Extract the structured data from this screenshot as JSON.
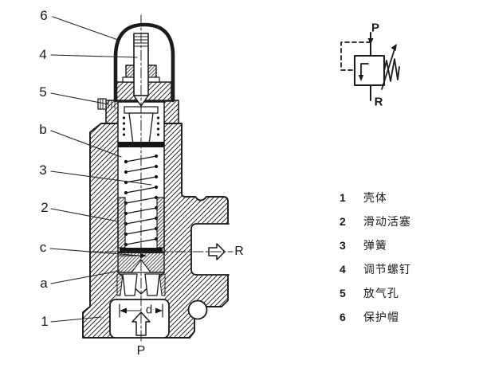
{
  "figure": {
    "callouts": {
      "n6": "6",
      "n4": "4",
      "n5": "5",
      "b": "b",
      "n3": "3",
      "n2": "2",
      "c": "c",
      "a": "a",
      "n1": "1"
    },
    "ports": {
      "outlet": "R",
      "inlet": "P",
      "diameter": "d"
    },
    "symbol": {
      "top_port": "P",
      "bottom_port": "R"
    },
    "legend": [
      {
        "num": "1",
        "label": "壳体"
      },
      {
        "num": "2",
        "label": "滑动活塞"
      },
      {
        "num": "3",
        "label": "弹簧"
      },
      {
        "num": "4",
        "label": "调节螺钉"
      },
      {
        "num": "5",
        "label": "放气孔"
      },
      {
        "num": "6",
        "label": "保护帽"
      }
    ]
  }
}
